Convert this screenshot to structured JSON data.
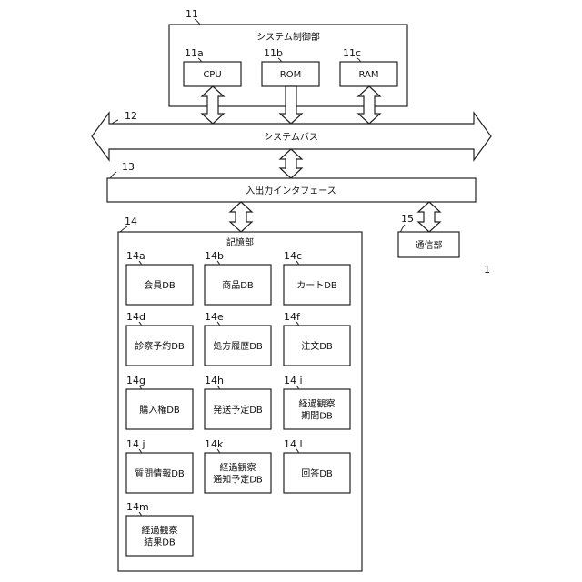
{
  "figure_number": "1",
  "system_control": {
    "ref": "11",
    "title": "システム制御部",
    "units": [
      {
        "ref": "11a",
        "label": "CPU"
      },
      {
        "ref": "11b",
        "label": "ROM"
      },
      {
        "ref": "11c",
        "label": "RAM"
      }
    ]
  },
  "system_bus": {
    "ref": "12",
    "label": "システムバス"
  },
  "io_interface": {
    "ref": "13",
    "label": "入出力インタフェース"
  },
  "storage": {
    "ref": "14",
    "title": "記憶部",
    "databases": [
      {
        "ref": "14a",
        "lines": [
          "会員DB"
        ]
      },
      {
        "ref": "14b",
        "lines": [
          "商品DB"
        ]
      },
      {
        "ref": "14c",
        "lines": [
          "カートDB"
        ]
      },
      {
        "ref": "14d",
        "lines": [
          "診察予約DB"
        ]
      },
      {
        "ref": "14e",
        "lines": [
          "処方履歴DB"
        ]
      },
      {
        "ref": "14f",
        "lines": [
          "注文DB"
        ]
      },
      {
        "ref": "14g",
        "lines": [
          "購入権DB"
        ]
      },
      {
        "ref": "14h",
        "lines": [
          "発送予定DB"
        ]
      },
      {
        "ref": "14 i",
        "lines": [
          "経過観察",
          "期間DB"
        ]
      },
      {
        "ref": "14 j",
        "lines": [
          "質問情報DB"
        ]
      },
      {
        "ref": "14k",
        "lines": [
          "経過観察",
          "通知予定DB"
        ]
      },
      {
        "ref": "14 l",
        "lines": [
          "回答DB"
        ]
      },
      {
        "ref": "14m",
        "lines": [
          "経過観察",
          "結果DB"
        ]
      }
    ]
  },
  "communication": {
    "ref": "15",
    "label": "通信部"
  }
}
